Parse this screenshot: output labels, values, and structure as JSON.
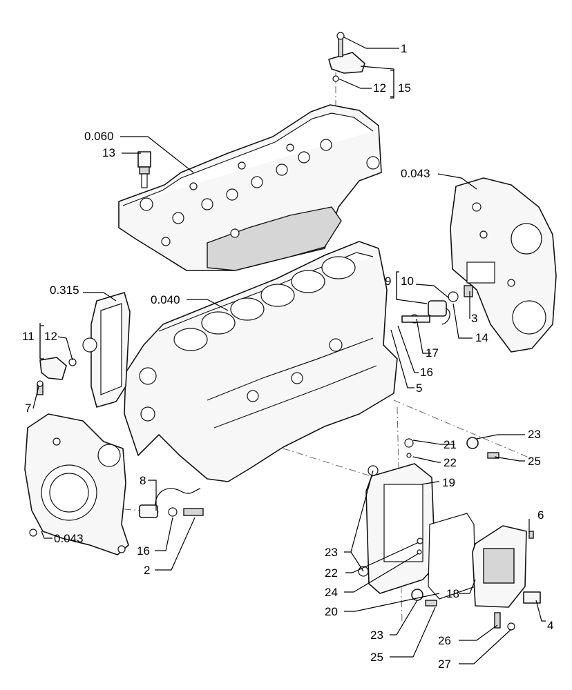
{
  "callouts": [
    {
      "id": "c1",
      "text": "1"
    },
    {
      "id": "c12a",
      "text": "12"
    },
    {
      "id": "c15",
      "text": "15"
    },
    {
      "id": "c0060",
      "text": "0.060"
    },
    {
      "id": "c13",
      "text": "13"
    },
    {
      "id": "c0043a",
      "text": "0.043"
    },
    {
      "id": "c9",
      "text": "9"
    },
    {
      "id": "c10",
      "text": "10"
    },
    {
      "id": "c3",
      "text": "3"
    },
    {
      "id": "c14",
      "text": "14"
    },
    {
      "id": "c0315",
      "text": "0.315"
    },
    {
      "id": "c0040",
      "text": "0.040"
    },
    {
      "id": "c11",
      "text": "11"
    },
    {
      "id": "c12b",
      "text": "12"
    },
    {
      "id": "c17",
      "text": "17"
    },
    {
      "id": "c16a",
      "text": "16"
    },
    {
      "id": "c5",
      "text": "5"
    },
    {
      "id": "c7",
      "text": "7"
    },
    {
      "id": "c21",
      "text": "21"
    },
    {
      "id": "c23a",
      "text": "23"
    },
    {
      "id": "c22a",
      "text": "22"
    },
    {
      "id": "c25a",
      "text": "25"
    },
    {
      "id": "c8",
      "text": "8"
    },
    {
      "id": "c19",
      "text": "19"
    },
    {
      "id": "c0043b",
      "text": "0.043"
    },
    {
      "id": "c6",
      "text": "6"
    },
    {
      "id": "c16b",
      "text": "16"
    },
    {
      "id": "c23b",
      "text": "23"
    },
    {
      "id": "c2",
      "text": "2"
    },
    {
      "id": "c22b",
      "text": "22"
    },
    {
      "id": "c24",
      "text": "24"
    },
    {
      "id": "c18",
      "text": "18"
    },
    {
      "id": "c20",
      "text": "20"
    },
    {
      "id": "c4",
      "text": "4"
    },
    {
      "id": "c23c",
      "text": "23"
    },
    {
      "id": "c26",
      "text": "26"
    },
    {
      "id": "c25b",
      "text": "25"
    },
    {
      "id": "c27",
      "text": "27"
    }
  ]
}
